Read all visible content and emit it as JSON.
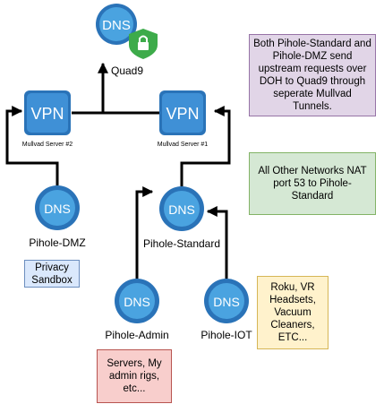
{
  "colors": {
    "node_dark": "#2a73b8",
    "node_light": "#4aa3e0",
    "shield": "#3dab4a",
    "line": "#000000",
    "note_purple_bg": "#e1d5e7",
    "note_purple_border": "#9673a6",
    "note_green_bg": "#d5e8d4",
    "note_green_border": "#82b366",
    "note_yellow_bg": "#fff2cc",
    "note_yellow_border": "#d6b656",
    "note_blue_bg": "#dae8fc",
    "note_blue_border": "#6c8ebf",
    "note_red_bg": "#f8cecc",
    "note_red_border": "#b85450"
  },
  "icons": {
    "dns": "dns-cloud-icon",
    "vpn": "vpn-gateway-icon",
    "lock": "shield-lock-icon"
  },
  "nodes": {
    "quad9": {
      "icon_text": "DNS",
      "label": "Quad9"
    },
    "vpn_left": {
      "icon_text": "VPN",
      "label": "Mullvad Server #2"
    },
    "vpn_right": {
      "icon_text": "VPN",
      "label": "Mullvad Server #1"
    },
    "pihole_dmz": {
      "icon_text": "DNS",
      "label": "Pihole-DMZ"
    },
    "pihole_standard": {
      "icon_text": "DNS",
      "label": "Pihole-Standard"
    },
    "pihole_admin": {
      "icon_text": "DNS",
      "label": "Pihole-Admin"
    },
    "pihole_iot": {
      "icon_text": "DNS",
      "label": "Pihole-IOT"
    }
  },
  "notes": {
    "upstream": [
      "Both Pihole-Standard and",
      "Pihole-DMZ send",
      "upstream requests over",
      "DOH to Quad9 through",
      "seperate Mullvad",
      "Tunnels."
    ],
    "nat": [
      "All Other Networks NAT",
      "port 53 to Pihole-Standard"
    ],
    "iot_devices": [
      "Roku, VR",
      "Headsets,",
      "Vacuum",
      "Cleaners,",
      "ETC..."
    ],
    "dmz_devices": [
      "Privacy",
      "Sandbox"
    ],
    "admin_devices": [
      "Servers, My",
      "admin rigs,",
      "etc..."
    ]
  }
}
